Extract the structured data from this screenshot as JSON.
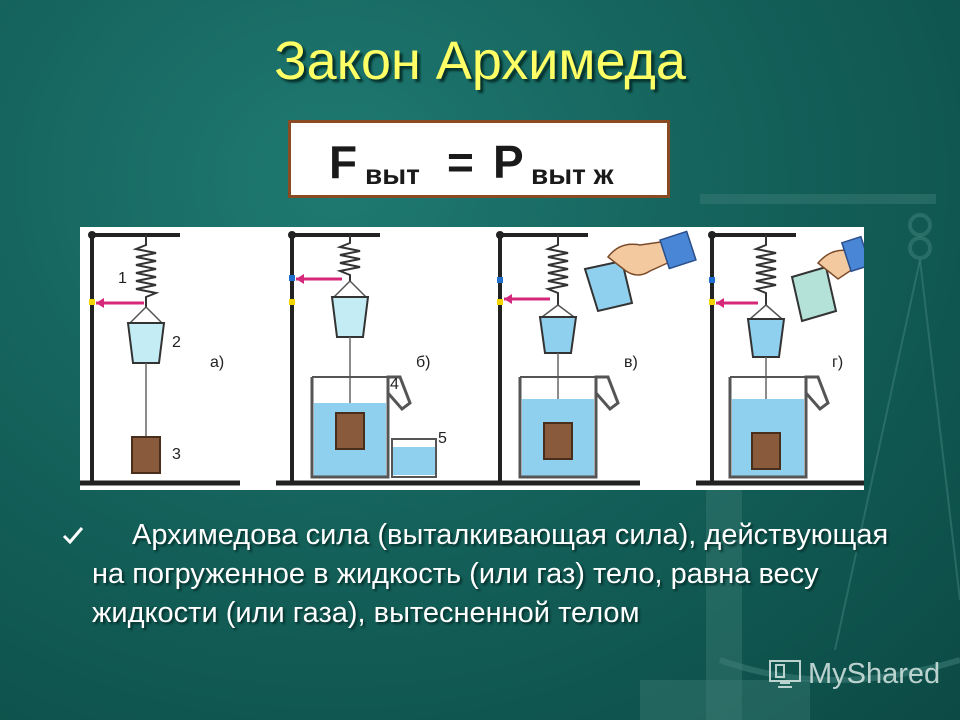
{
  "slide": {
    "title": "Закон Архимеда",
    "formula": {
      "left": "F",
      "left_sub": "выт",
      "equals": "=",
      "right": "P",
      "right_sub": "выт ж"
    },
    "figure": {
      "labels": [
        "1",
        "2",
        "3",
        "4",
        "5"
      ],
      "panels": [
        "а)",
        "б)",
        "в)",
        "г)"
      ]
    },
    "bullet": "Архимедова сила (выталкивающая сила), действующая на погруженное в жидкость (или газ) тело, равна весу жидкости (или газа), вытесненной телом",
    "watermark": "MyShared"
  },
  "colors": {
    "background": "#14625b",
    "title": "#ffff66",
    "formula_border": "#8a4a23",
    "water": "#8fd0ee",
    "pointer": "#d6287a",
    "block": "#8a5a3c"
  },
  "icons": [
    "checkmark-icon",
    "scale-icon",
    "hand-icon",
    "monitor-icon"
  ]
}
